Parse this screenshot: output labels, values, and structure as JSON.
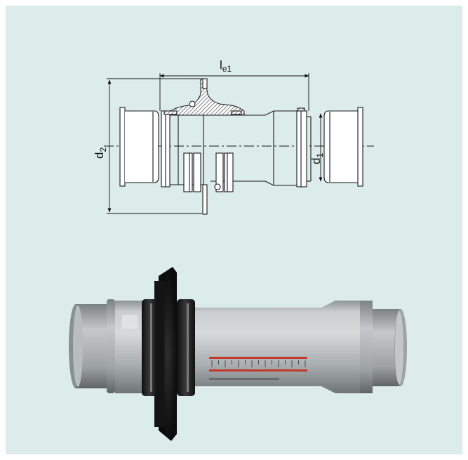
{
  "figure": {
    "background_color": "#dbeceb",
    "line_color": "#1a1a1a",
    "hatch_color": "#333333"
  },
  "technical_drawing": {
    "labels": {
      "length": {
        "main": "l",
        "sub": "e1"
      },
      "outer_diameter": {
        "main": "d",
        "sub": "2"
      },
      "pipe_diameter": {
        "main": "d",
        "sub": "1"
      }
    }
  },
  "product_photo": {
    "pipe_color": "#b8bcbe",
    "flange_color": "#1c1c1c",
    "scale_mark_color": "#c0392b"
  }
}
